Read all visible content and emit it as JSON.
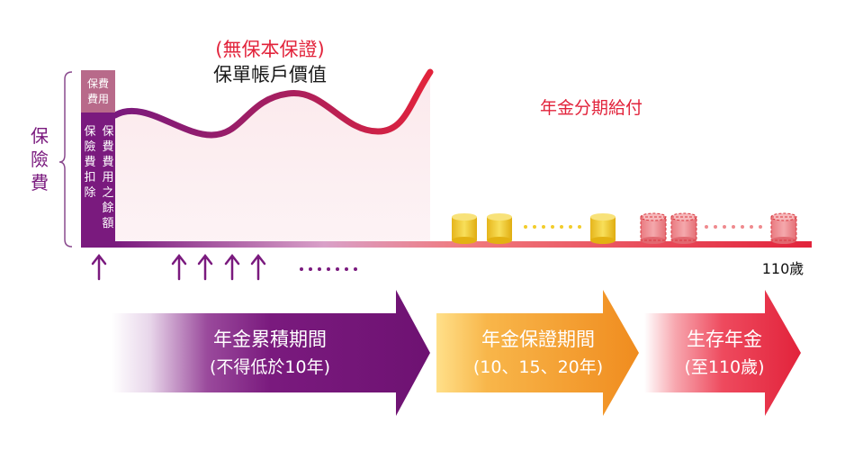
{
  "labels": {
    "no_guarantee": "(無保本保證)",
    "account_value": "保單帳戶價值",
    "annuity_installments": "年金分期給付",
    "premium": "保險費",
    "premium_fee_chars": [
      "保費",
      "費用"
    ],
    "premium_deduction_col1": "保險費扣除",
    "premium_deduction_col2": "保費費用之餘額",
    "age_end": "110歲"
  },
  "phases": [
    {
      "title": "年金累積期間",
      "subtitle": "(不得低於10年)"
    },
    {
      "title": "年金保證期間",
      "subtitle": "(10、15、20年)"
    },
    {
      "title": "生存年金",
      "subtitle": "(至110歲)"
    }
  ],
  "colors": {
    "purple": "#7a1a7e",
    "mauve": "#b86a8a",
    "red": "#e2233b",
    "orange": "#f08c1f",
    "yellow": "#f2cc2a",
    "pink_coin": "#ef8a8e"
  },
  "counts": {
    "payment_arrows": 5,
    "guarantee_coins": 3,
    "life_coins": 3
  }
}
